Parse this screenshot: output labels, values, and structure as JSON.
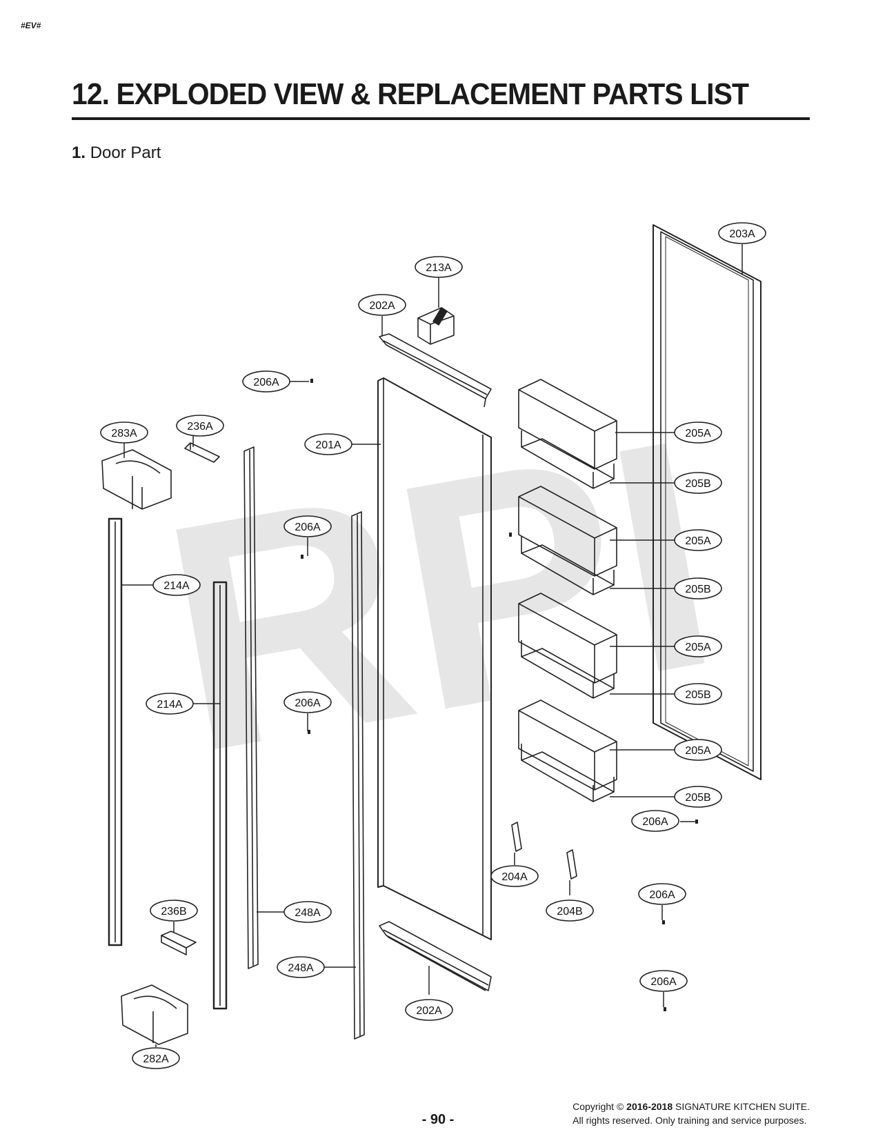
{
  "doc_tag": "#EV#",
  "title": "12. EXPLODED VIEW & REPLACEMENT PARTS LIST",
  "section": {
    "number": "1.",
    "name": "Door Part"
  },
  "watermark": "RPI",
  "labels": [
    {
      "id": "203A"
    },
    {
      "id": "213A"
    },
    {
      "id": "202A"
    },
    {
      "id": "206A"
    },
    {
      "id": "236A"
    },
    {
      "id": "283A"
    },
    {
      "id": "201A"
    },
    {
      "id": "205A"
    },
    {
      "id": "205B"
    },
    {
      "id": "206A"
    },
    {
      "id": "205A"
    },
    {
      "id": "214A"
    },
    {
      "id": "205B"
    },
    {
      "id": "205A"
    },
    {
      "id": "214A"
    },
    {
      "id": "206A"
    },
    {
      "id": "205B"
    },
    {
      "id": "205A"
    },
    {
      "id": "205B"
    },
    {
      "id": "206A"
    },
    {
      "id": "204A"
    },
    {
      "id": "206A"
    },
    {
      "id": "236B"
    },
    {
      "id": "248A"
    },
    {
      "id": "204B"
    },
    {
      "id": "248A"
    },
    {
      "id": "206A"
    },
    {
      "id": "202A"
    },
    {
      "id": "282A"
    }
  ],
  "footer": {
    "page_number": "- 90 -",
    "copyright_prefix": "Copyright ©",
    "copyright_years": "2016-2018",
    "copyright_holder": "SIGNATURE KITCHEN SUITE.",
    "rights": "All rights reserved. Only training and service purposes."
  }
}
